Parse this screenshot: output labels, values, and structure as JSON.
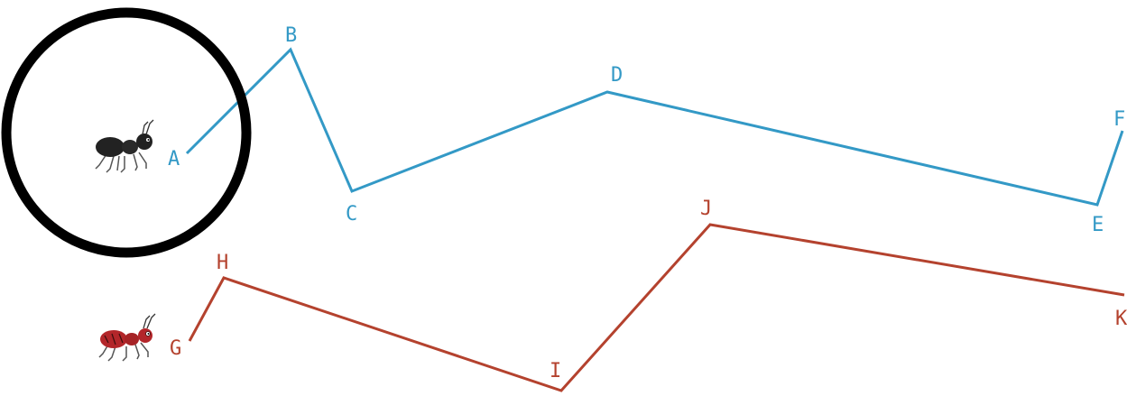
{
  "paths": [
    {
      "id": "upper",
      "color": "#3399c6",
      "start_icon": "black-ant-icon",
      "points": [
        "A",
        "B",
        "C",
        "D",
        "E",
        "F"
      ]
    },
    {
      "id": "lower",
      "color": "#b4422e",
      "start_icon": "red-ant-icon",
      "points": [
        "G",
        "H",
        "I",
        "J",
        "K"
      ]
    }
  ],
  "highlight": {
    "icon": "circle-highlight",
    "color": "#000000",
    "target": "black-ant-icon"
  }
}
